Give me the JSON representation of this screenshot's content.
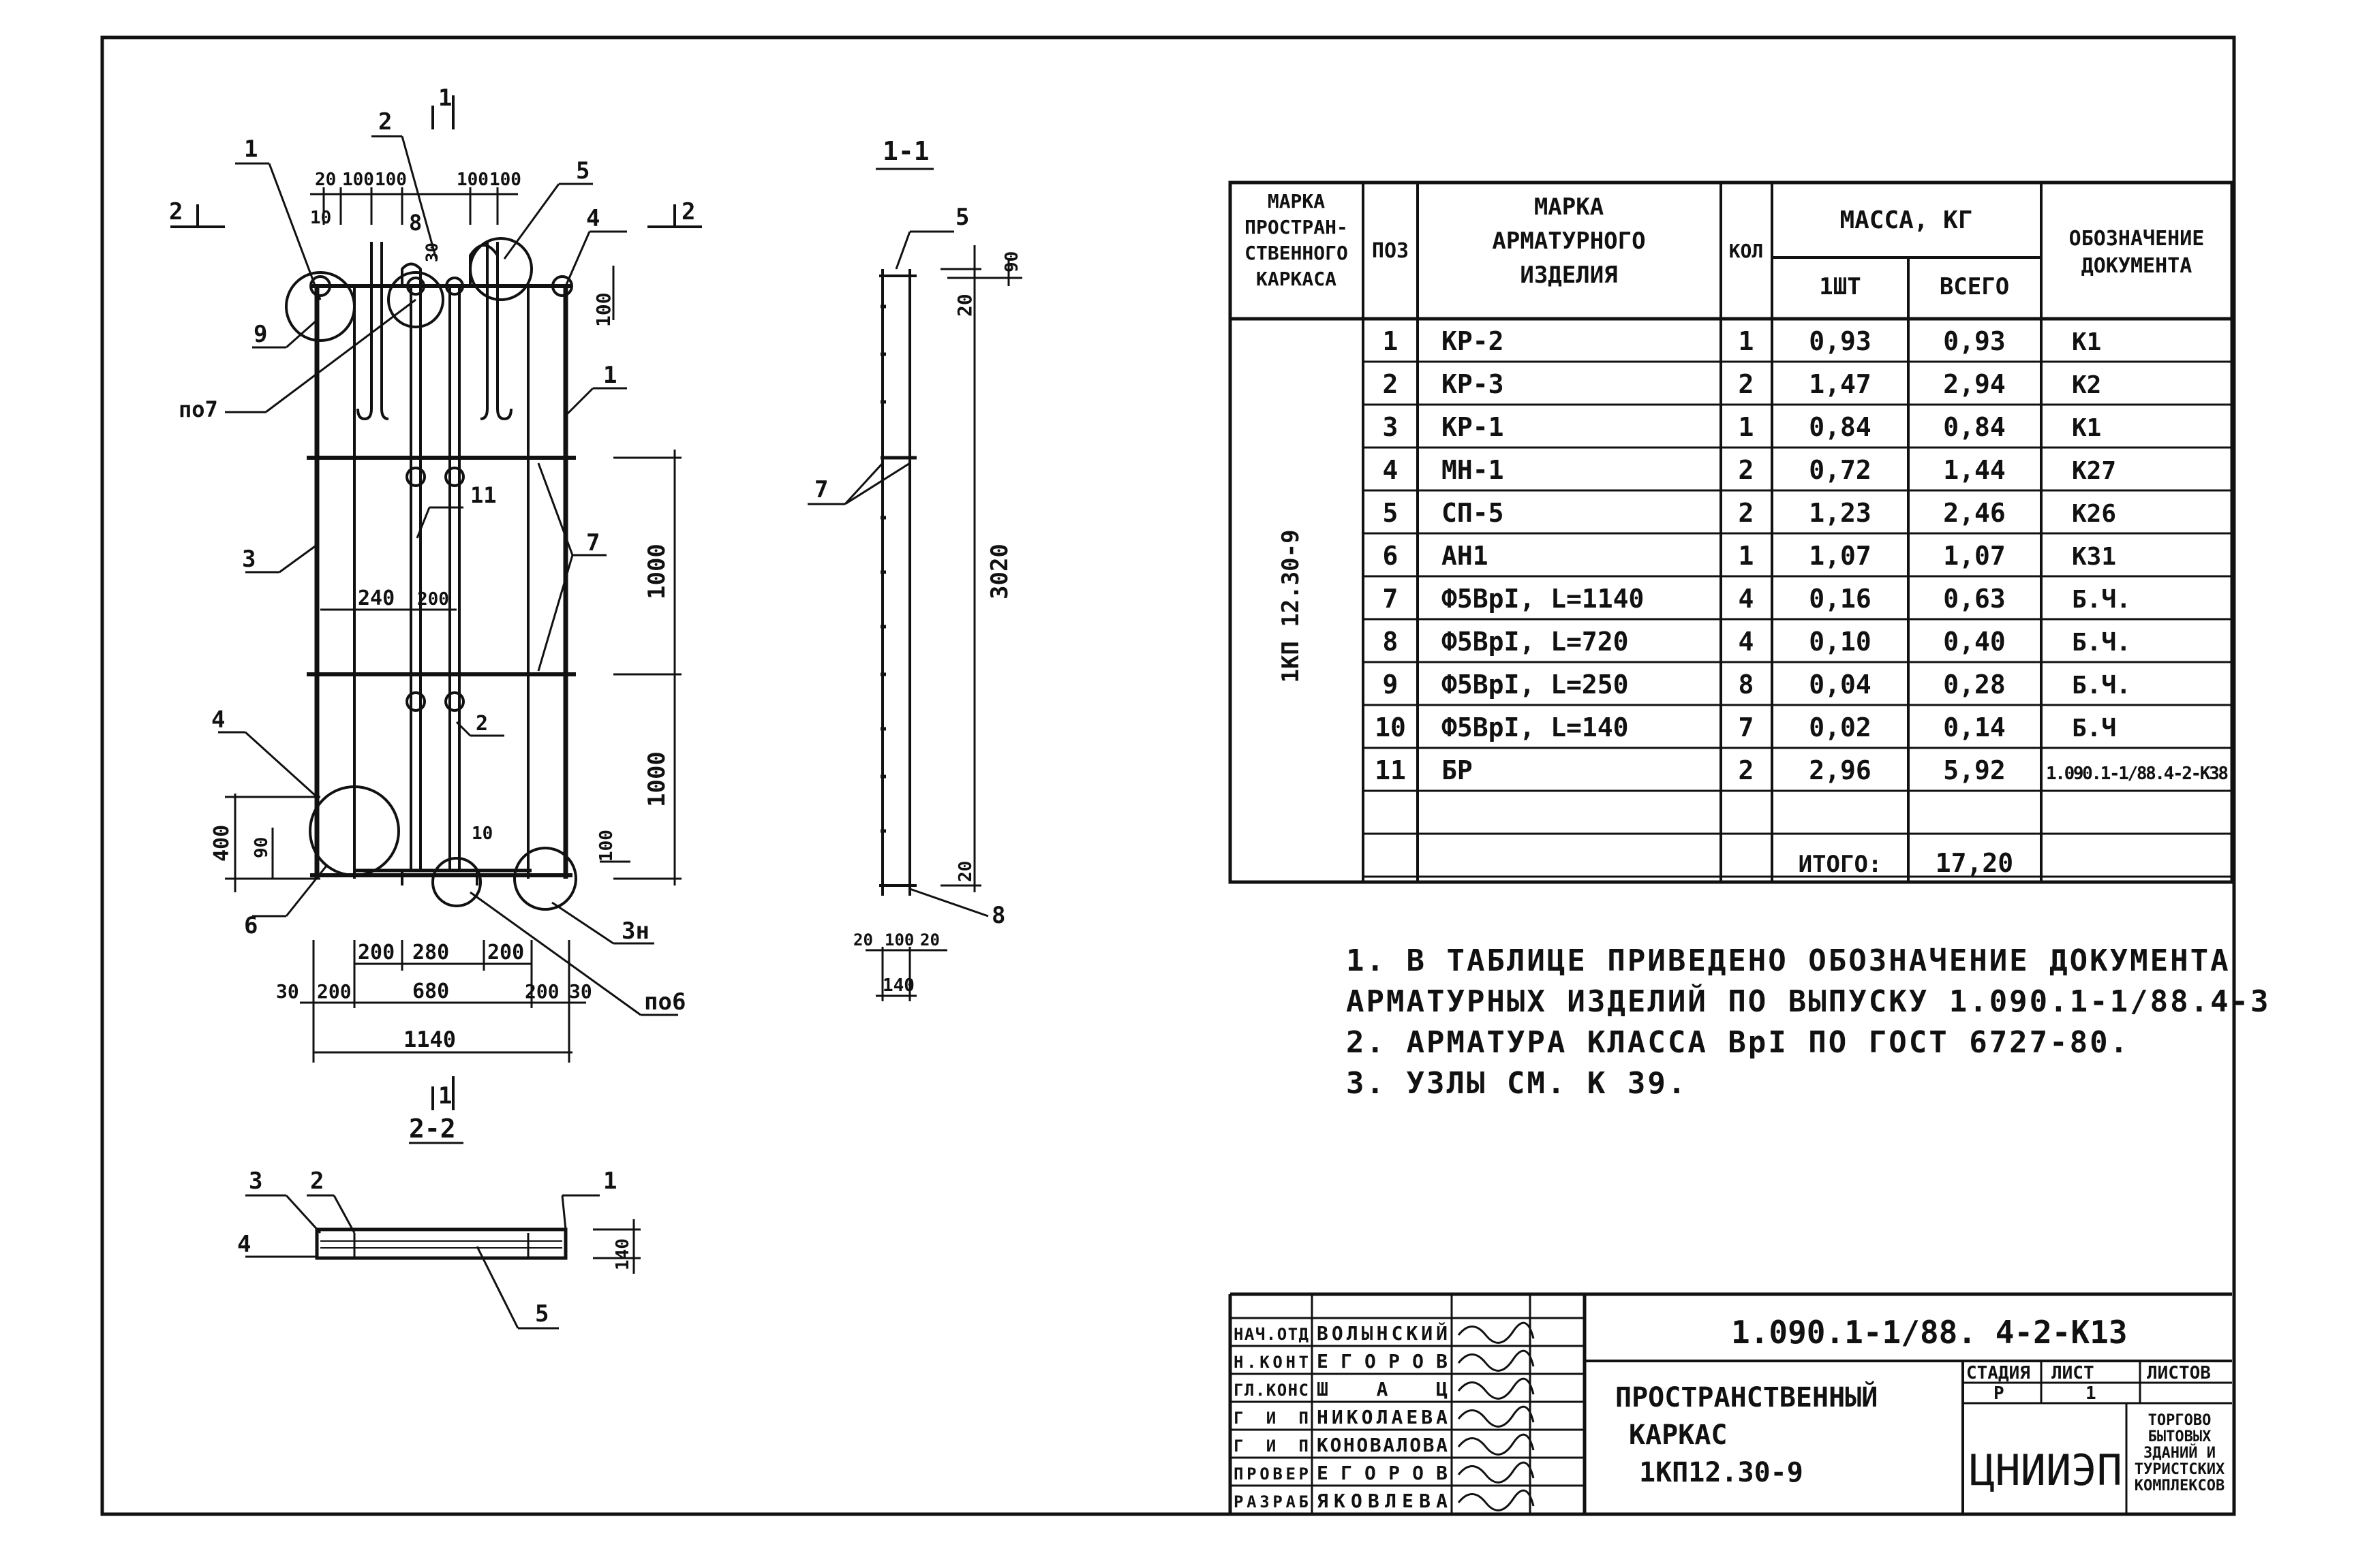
{
  "specification": {
    "headers": {
      "frame_mark": [
        "МАРКА",
        "ПРОСТРАН-",
        "СТВЕННОГО",
        "КАРКАСА"
      ],
      "pos": "ПОЗ",
      "item_mark": [
        "МАРКА",
        "АРМАТУРНОГО",
        "ИЗДЕЛИЯ"
      ],
      "qty": "КОЛ",
      "mass": "МАССА, КГ",
      "mass_one": "1ШТ",
      "mass_total": "ВСЕГО",
      "document": [
        "ОБОЗНАЧЕНИЕ",
        "ДОКУМЕНТА"
      ]
    },
    "frame_mark_value": "1КП 12.30-9",
    "rows": [
      {
        "pos": "1",
        "mark": "КР-2",
        "qty": "1",
        "m1": "0,93",
        "mt": "0,93",
        "doc": "К1"
      },
      {
        "pos": "2",
        "mark": "КР-3",
        "qty": "2",
        "m1": "1,47",
        "mt": "2,94",
        "doc": "К2"
      },
      {
        "pos": "3",
        "mark": "КР-1",
        "qty": "1",
        "m1": "0,84",
        "mt": "0,84",
        "doc": "К1"
      },
      {
        "pos": "4",
        "mark": "МН-1",
        "qty": "2",
        "m1": "0,72",
        "mt": "1,44",
        "doc": "К27"
      },
      {
        "pos": "5",
        "mark": "СП-5",
        "qty": "2",
        "m1": "1,23",
        "mt": "2,46",
        "doc": "К26"
      },
      {
        "pos": "6",
        "mark": "АН1",
        "qty": "1",
        "m1": "1,07",
        "mt": "1,07",
        "doc": "К31"
      },
      {
        "pos": "7",
        "mark": "Ф5ВрI, L=1140",
        "qty": "4",
        "m1": "0,16",
        "mt": "0,63",
        "doc": "Б.Ч."
      },
      {
        "pos": "8",
        "mark": "Ф5ВрI, L=720",
        "qty": "4",
        "m1": "0,10",
        "mt": "0,40",
        "doc": "Б.Ч."
      },
      {
        "pos": "9",
        "mark": "Ф5ВрI, L=250",
        "qty": "8",
        "m1": "0,04",
        "mt": "0,28",
        "doc": "Б.Ч."
      },
      {
        "pos": "10",
        "mark": "Ф5ВрI, L=140",
        "qty": "7",
        "m1": "0,02",
        "mt": "0,14",
        "doc": "Б.Ч"
      },
      {
        "pos": "11",
        "mark": "БР",
        "qty": "2",
        "m1": "2,96",
        "mt": "5,92",
        "doc": "1.090.1-1/88.4-2-К38"
      }
    ],
    "total_label": "ИТОГО:",
    "total_value": "17,20"
  },
  "notes": [
    "1. В ТАБЛИЦЕ ПРИВЕДЕНО ОБОЗНАЧЕНИЕ ДОКУМЕНТА",
    "АРМАТУРНЫХ ИЗДЕЛИЙ ПО ВЫПУСКУ 1.090.1-1/88.4-3",
    "2. АРМАТУРА КЛАССА ВрI ПО ГОСТ 6727-80.",
    "3. УЗЛЫ СМ. К 39."
  ],
  "title_block": {
    "doc_code": "1.090.1-1/88. 4-2-К13",
    "title": [
      "ПРОСТРАНСТВЕННЫЙ",
      "КАРКАС",
      "1КП12.30-9"
    ],
    "stage_label": "СТАДИЯ",
    "sheet_label": "ЛИСТ",
    "sheets_label": "ЛИСТОВ",
    "stage_value": "Р",
    "sheet_value": "1",
    "org": "ЦНИИЭП",
    "org_desc": [
      "ТОРГОВО",
      "БЫТОВЫХ",
      "ЗДАНИЙ И",
      "ТУРИСТСКИХ",
      "КОМПЛЕКСОВ"
    ],
    "signatures": [
      {
        "role": "НАЧ.ОТД",
        "name": "ВОЛЫНСКИЙ"
      },
      {
        "role": "Н.КОНТ",
        "name": "ЕГОРОВ"
      },
      {
        "role": "ГЛ.КОНС",
        "name": "ШАЦ"
      },
      {
        "role": "ГИП",
        "name": "НИКОЛАЕВА"
      },
      {
        "role": "ГИП",
        "name": "КОНОВАЛОВА"
      },
      {
        "role": "ПРОВЕР",
        "name": "ЕГОРОВ"
      },
      {
        "role": "РАЗРАБ",
        "name": "ЯКОВЛЕВА"
      }
    ]
  },
  "drawing": {
    "main_dims": {
      "top": [
        "20",
        "100",
        "100",
        "100",
        "100"
      ],
      "d30": "30",
      "d10": "10",
      "d100_right": "100",
      "d1000_a": "1000",
      "d1000_b": "1000",
      "d240": "240",
      "d200_mid": "200",
      "d400": "400",
      "d90": "90",
      "d100_low": "100",
      "d10_low": "10",
      "bottom_row1": [
        "200",
        "280",
        "200"
      ],
      "bottom_row2": [
        "30",
        "200",
        "680",
        "200",
        "30"
      ],
      "overall": "1140"
    },
    "main_labels": {
      "l1": "1",
      "l2": "2",
      "l3": "3",
      "l4": "4",
      "l5": "5",
      "l6": "6",
      "l7": "7",
      "l8": "8",
      "l9": "9",
      "l11": "11",
      "l2b": "2",
      "l4b": "4",
      "l1b": "1",
      "node7": "по7",
      "node3h": "3н",
      "node6": "по6",
      "sec_2_left": "2",
      "sec_2_right": "2",
      "sec_1_top": "1",
      "sec_1_bottom": "1"
    },
    "side_view": {
      "title": "1-1",
      "l5": "5",
      "l7": "7",
      "l8": "8",
      "d20_top": "20",
      "d90": "90",
      "d3020": "3020",
      "d20_bot": "20",
      "bottom": [
        "20",
        "100",
        "20"
      ],
      "d140": "140"
    },
    "plan_view": {
      "title": "2-2",
      "l3": "3",
      "l2": "2",
      "l1": "1",
      "l4": "4",
      "l5": "5",
      "d140": "140"
    }
  }
}
